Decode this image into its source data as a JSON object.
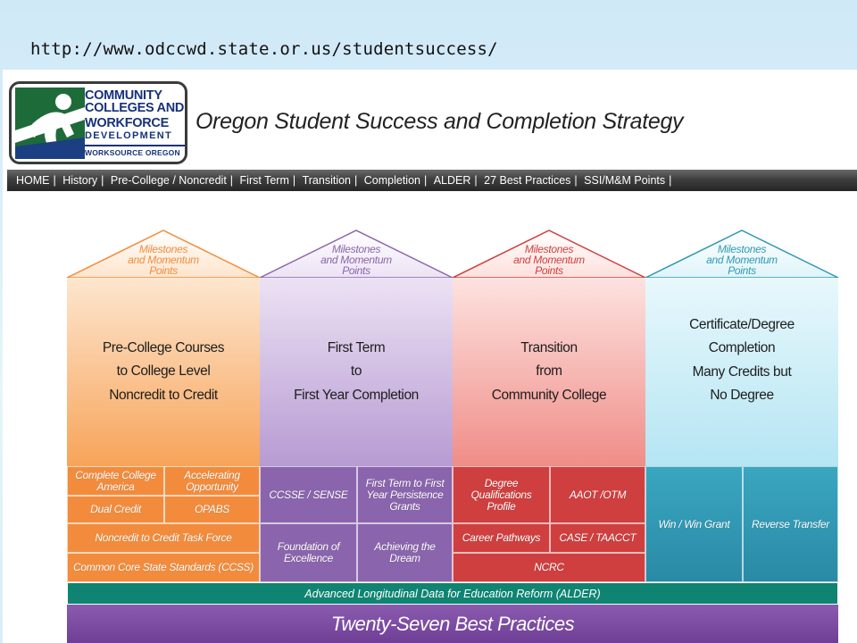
{
  "url": "http://www.odccwd.state.or.us/studentsuccess/",
  "logo": {
    "line1": "COMMUNITY",
    "line2": "COLLEGES AND",
    "line3": "WORKFORCE",
    "line4": "DEVELOPMENT",
    "line5": "WORKSOURCE OREGON"
  },
  "site_title": "Oregon Student Success and Completion Strategy",
  "nav": [
    "HOME",
    "History",
    "Pre-College / Noncredit",
    "First Term",
    "Transition",
    "Completion",
    "ALDER",
    "27 Best Practices",
    "SSI/M&M Points"
  ],
  "nav_separator": "|",
  "colors": {
    "orange": "#f28c3c",
    "orange_light": "#fbd2a8",
    "purple": "#8a65ad",
    "purple_light": "#d9c7e8",
    "red": "#cf3f3f",
    "red_light": "#f5b3b0",
    "teal": "#2f99b5",
    "teal_light": "#bfe8f4",
    "alder": "#0f8472",
    "best": "#7c4ba0"
  },
  "columns": [
    {
      "roof": [
        "Milestones",
        "and Momentum",
        "Points"
      ],
      "main": [
        "Pre-College Courses",
        "to College Level",
        "Noncredit to Credit"
      ]
    },
    {
      "roof": [
        "Milestones",
        "and Momentum",
        "Points"
      ],
      "main": [
        "First Term",
        "to",
        "First Year Completion"
      ]
    },
    {
      "roof": [
        "Milestones",
        "and Momentum",
        "Points"
      ],
      "main": [
        "Transition",
        "from",
        "Community College"
      ]
    },
    {
      "roof": [
        "Milestones",
        "and Momentum",
        "Points"
      ],
      "main": [
        "Certificate/Degree",
        "Completion",
        "Many Credits but",
        "No Degree"
      ]
    }
  ],
  "boxes": {
    "complete_college": "Complete College America",
    "accelerating": "Accelerating Opportunity",
    "dual_credit": "Dual Credit",
    "opabs": "OPABS",
    "noncredit_task": "Noncredit to Credit Task Force",
    "ccss": "Common Core State Standards (CCSS)",
    "ccsse": "CCSSE / SENSE",
    "first_term_grants": "First Term to First Year Persistence Grants",
    "foundation": "Foundation of Excellence",
    "achieving": "Achieving the Dream",
    "degree_qual": "Degree Qualifications Profile",
    "aaot": "AAOT /OTM",
    "career": "Career Pathways",
    "case": "CASE / TAACCT",
    "ncrc": "NCRC",
    "winwin": "Win / Win Grant",
    "reverse": "Reverse Transfer"
  },
  "alder_band": "Advanced Longitudinal Data for Education Reform (ALDER)",
  "best_band": "Twenty-Seven Best Practices"
}
